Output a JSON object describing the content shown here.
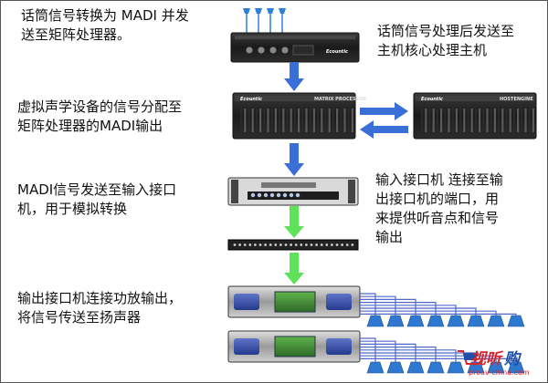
{
  "captions": {
    "step1_left": [
      "话筒信号转换为 MADI 并发",
      "送至矩阵处理器。"
    ],
    "step1_right": [
      "话筒信号处理后发送至",
      "主机核心处理主机"
    ],
    "step2": [
      "虚拟声学设备的信号分配至",
      "矩阵处理器的MADI输出"
    ],
    "step3": [
      "MADI信号发送至输入接口",
      "机，用于模拟转换"
    ],
    "step4": [
      "输入接口机 连接至输",
      "出接口机的端口，用",
      "来提供听音点和信号",
      "输出"
    ],
    "step5": [
      "输出接口机连接功放输出，",
      "将信号传送至扬声器"
    ]
  },
  "devices": {
    "converter_brand": "Ecountic",
    "matrix_brand": "Ecountic",
    "matrix_model": "MATRIX PROCESSOR",
    "host_brand": "Ecountic",
    "host_model": "HOSTENGINE"
  },
  "watermark": {
    "text_a": "视听",
    "text_b": "购",
    "url": "proav-china.com"
  },
  "colors": {
    "arrow_blue": "#3a6fd8",
    "arrow_green": "#5ee25a",
    "mic_blue": "#2f7fd6",
    "cable_blue": "#5068c8",
    "speaker_blue": "#2f78cf"
  }
}
